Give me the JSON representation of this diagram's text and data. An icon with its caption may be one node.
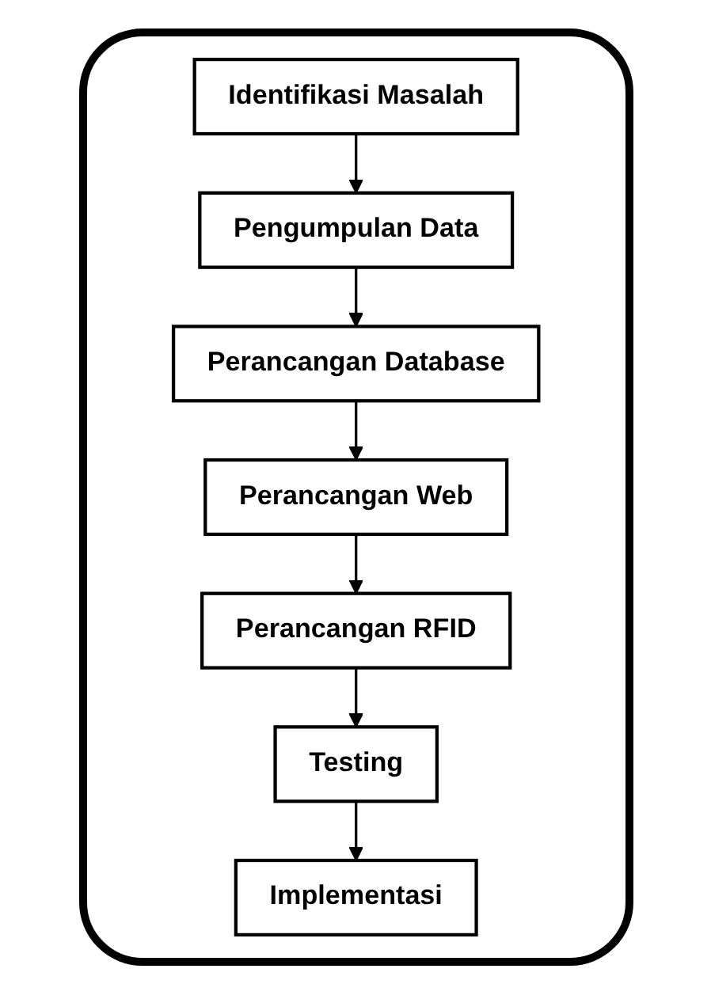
{
  "diagram": {
    "nodes": [
      {
        "text": [
          "Identifikasi Masalah"
        ]
      },
      {
        "text": [
          "Pengumpulan Data"
        ]
      },
      {
        "text": [
          "Perancangan Database"
        ]
      },
      {
        "text": [
          "Perancangan Web"
        ]
      },
      {
        "text": [
          "Perancangan RFID"
        ]
      },
      {
        "text": [
          "Testing"
        ]
      },
      {
        "text": [
          "Implementasi"
        ]
      }
    ],
    "edges": [
      {
        "from": 0,
        "to": 1,
        "arrow": "to"
      },
      {
        "from": 1,
        "to": 2,
        "arrow": "to"
      },
      {
        "from": 2,
        "to": 3,
        "arrow": "to"
      },
      {
        "from": 3,
        "to": 4,
        "arrow": "to"
      },
      {
        "from": 4,
        "to": 5,
        "arrow": "to"
      },
      {
        "from": 5,
        "to": 6,
        "arrow": "to"
      }
    ]
  }
}
